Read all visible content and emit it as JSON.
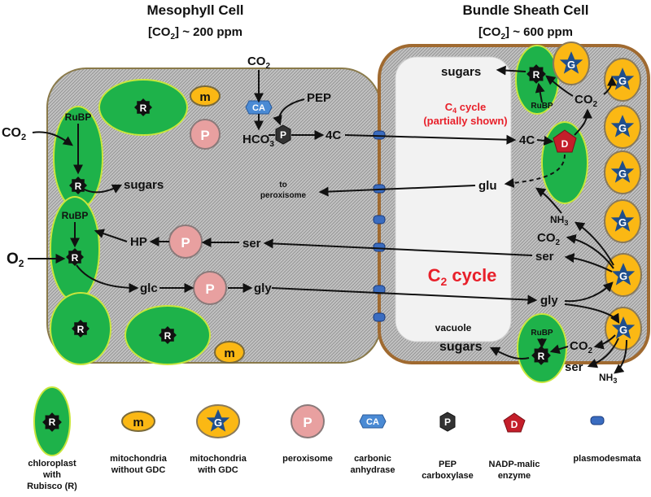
{
  "titles": {
    "mesophyll": "Mesophyll Cell",
    "mesophyll_conc": "[CO2] ~ 200 ppm",
    "mesophyll_conc_parts": [
      "[CO",
      "2",
      "] ~ 200 ppm"
    ],
    "bundle": "Bundle Sheath Cell",
    "bundle_conc": "[CO2] ~ 600 ppm",
    "bundle_conc_parts": [
      "[CO",
      "2",
      "] ~ 600 ppm"
    ]
  },
  "mesophyll": {
    "co2_top": "CO2",
    "co2_top_parts": [
      "CO",
      "2"
    ],
    "ca": "CA",
    "pep": "PEP",
    "hco3_parts": [
      "HCO",
      "3"
    ],
    "pepc": "P",
    "fourc": "4C",
    "co2_left_parts": [
      "CO",
      "2"
    ],
    "o2_left_parts": [
      "O",
      "2"
    ],
    "rubp_top": "RuBP",
    "rubp_mid": "RuBP",
    "rubisco": "R",
    "sugars": "sugars",
    "to_peroxisome": [
      "to",
      "peroxisome"
    ],
    "hp": "HP",
    "ser": "ser",
    "glc": "glc",
    "gly": "gly",
    "peroxisome": "P",
    "mito": "m"
  },
  "bundle": {
    "sugars_top": "sugars",
    "rubp_top": "RuBP",
    "co2_top_parts": [
      "CO",
      "2"
    ],
    "c4_cycle_parts": [
      "C",
      "4",
      " cycle"
    ],
    "partially_shown": "(partially shown)",
    "fourc": "4C",
    "me": "D",
    "glu": "glu",
    "nh3_parts": [
      "NH",
      "3"
    ],
    "co2_mid_parts": [
      "CO",
      "2"
    ],
    "ser": "ser",
    "c2_cycle_parts": [
      "C",
      "2",
      " cycle"
    ],
    "gly": "gly",
    "rubp_bottom": "RuBP",
    "sugars_bottom": "sugars",
    "co2_bottom_parts": [
      "CO",
      "2"
    ],
    "ser_bottom": "ser",
    "nh3_bottom_parts": [
      "NH",
      "3"
    ],
    "vacuole": "vacuole",
    "gdc": "G",
    "rubisco": "R"
  },
  "legend": {
    "chloroplast": [
      "chloroplast",
      "with",
      "Rubisco (R)"
    ],
    "mito_no_gdc": [
      "mitochondria",
      "without GDC"
    ],
    "mito_gdc": [
      "mitochondria",
      "with GDC"
    ],
    "peroxisome": [
      "peroxisome"
    ],
    "ca": [
      "carbonic",
      "anhydrase"
    ],
    "pepc": [
      "PEP",
      "carboxylase"
    ],
    "nadp_me": [
      "NADP-malic",
      "enzyme"
    ],
    "plasmodesmata": [
      "plasmodesmata"
    ],
    "symbol_r": "R",
    "symbol_m": "m",
    "symbol_g": "G",
    "symbol_p": "P",
    "symbol_ca": "CA",
    "symbol_pepc": "P",
    "symbol_d": "D"
  },
  "colors": {
    "chloroplast": "#1eb24a",
    "chloroplast_edge": "#c8e63c",
    "rubisco_star": "#111111",
    "mito": "#fbb814",
    "mito_edge": "#7a6a3a",
    "gdc_star": "#1f4e8c",
    "peroxisome": "#e8a0a0",
    "peroxisome_edge": "#8a7a7a",
    "ca": "#4a8ad4",
    "pepc": "#333333",
    "malic_enzyme": "#c41e2a",
    "plasmodesmata": "#3a6cc0",
    "cell_wall": "#a06a30",
    "mesophyll_wall": "#8a7a4a",
    "cytoplasm": "#b0b0b0",
    "vacuole": "#f0f0f0",
    "red_text": "#e8202a"
  }
}
